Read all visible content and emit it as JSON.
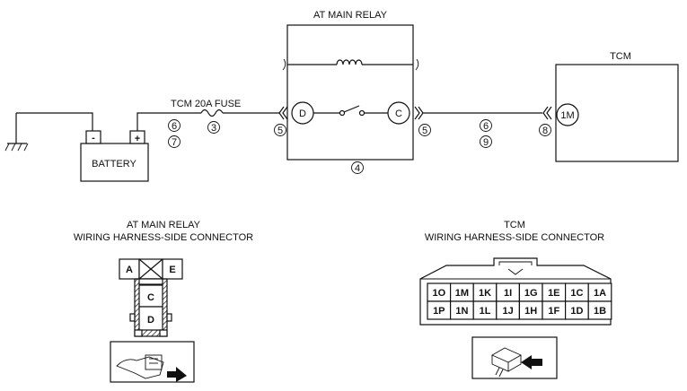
{
  "schematic": {
    "relay_title": "AT MAIN RELAY",
    "tcm_title": "TCM",
    "fuse_label": "TCM 20A FUSE",
    "battery_label": "BATTERY",
    "battery_neg": "-",
    "battery_pos": "+",
    "relay_pin_d": "D",
    "relay_pin_c": "C",
    "tcm_pin": "1M",
    "refs": {
      "r6a": "6",
      "r7": "7",
      "r3": "3",
      "r5a": "5",
      "r4": "4",
      "r5b": "5",
      "r6b": "6",
      "r9": "9",
      "r8": "8"
    }
  },
  "relay_connector": {
    "title_line1": "AT MAIN RELAY",
    "title_line2": "WIRING HARNESS-SIDE CONNECTOR",
    "pins": {
      "a": "A",
      "e": "E",
      "c": "C",
      "d": "D"
    }
  },
  "tcm_connector": {
    "title_line1": "TCM",
    "title_line2": "WIRING HARNESS-SIDE CONNECTOR",
    "row1": [
      "1O",
      "1M",
      "1K",
      "1I",
      "1G",
      "1E",
      "1C",
      "1A"
    ],
    "row2": [
      "1P",
      "1N",
      "1L",
      "1J",
      "1H",
      "1F",
      "1D",
      "1B"
    ]
  }
}
